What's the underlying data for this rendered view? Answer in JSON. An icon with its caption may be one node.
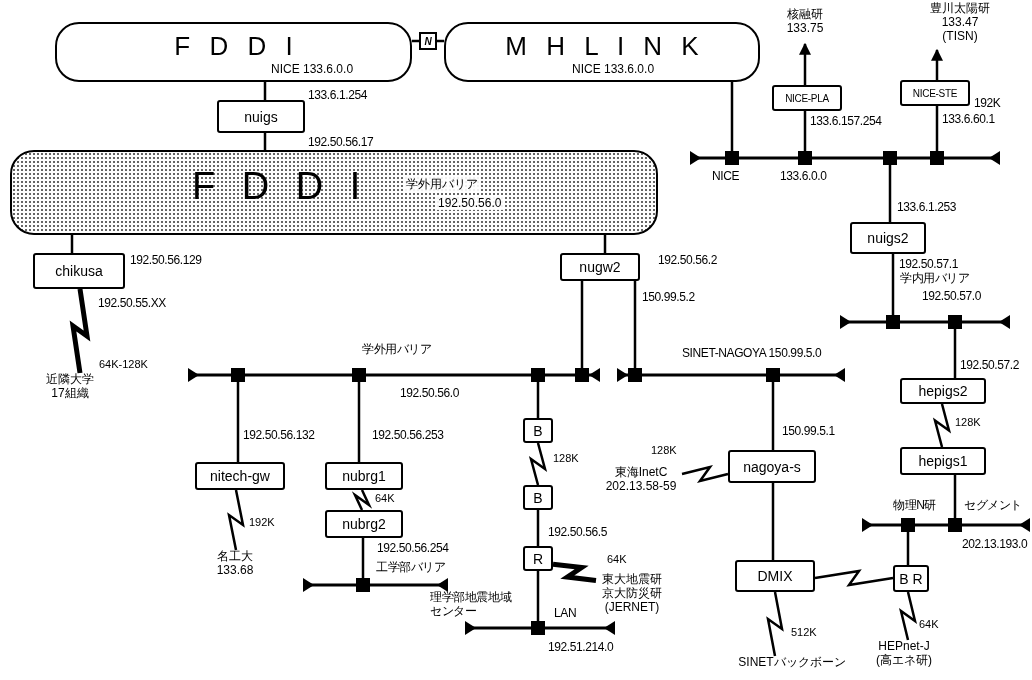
{
  "diagram": {
    "nodes": [
      {
        "text": [
          "F D D I",
          "NICE 133.6.0.0"
        ]
      },
      {
        "text": [
          "N"
        ]
      },
      {
        "text": [
          "M H L I N K",
          "NICE 133.6.0.0"
        ]
      },
      {
        "text": [
          "nuigs"
        ],
        "beside": [
          "133.6.1.254",
          "192.50.56.17"
        ]
      },
      {
        "text": [
          "F D D I",
          "学外用バリア",
          "192.50.56.0"
        ]
      },
      {
        "text": [
          "chikusa"
        ],
        "beside": [
          "192.50.56.129",
          "192.50.55.XX"
        ]
      },
      {
        "text": [
          "nugw2"
        ],
        "beside": [
          "192.50.56.2",
          "150.99.5.2"
        ]
      },
      {
        "text": [],
        "shape": "bar",
        "beside": [
          "NICE",
          "133.6.0.0"
        ]
      },
      {
        "text": [
          "NICE-PLA"
        ],
        "beside": [
          "133.6.157.254"
        ]
      },
      {
        "text": [
          "NICE-STE"
        ],
        "beside": [
          "192K",
          "133.6.60.1"
        ]
      },
      {
        "text": [
          "核融研",
          "133.75"
        ]
      },
      {
        "text": [
          "豊川太陽研",
          "133.47",
          "(TISN)"
        ]
      },
      {
        "text": [
          "nuigs2"
        ],
        "beside": [
          "133.6.1.253",
          "192.50.57.1"
        ]
      },
      {
        "text": [],
        "shape": "bar",
        "beside": [
          "学内用バリア",
          "192.50.57.0"
        ]
      },
      {
        "text": [
          "hepigs2"
        ],
        "beside": [
          "192.50.57.2"
        ]
      },
      {
        "text": [
          "hepigs1"
        ]
      },
      {
        "text": [
          "近隣大学17組織"
        ]
      },
      {
        "text": [],
        "shape": "bar",
        "beside": [
          "学外用バリア",
          "192.50.56.0"
        ]
      },
      {
        "text": [],
        "shape": "bar",
        "beside": [
          "SINET-NAGOYA 150.99.5.0"
        ]
      },
      {
        "text": [
          "nitech-gw"
        ],
        "beside": [
          "192.50.56.132"
        ]
      },
      {
        "text": [
          "nubrg1"
        ],
        "beside": [
          "192.50.56.253"
        ]
      },
      {
        "text": [
          "nubrg2"
        ],
        "beside": [
          "192.50.56.254"
        ]
      },
      {
        "text": [
          "名工大",
          "133.68"
        ]
      },
      {
        "text": [],
        "shape": "bar",
        "beside": [
          "工学部バリア"
        ]
      },
      {
        "text": [
          "B"
        ]
      },
      {
        "text": [
          "B"
        ],
        "beside": [
          "192.50.56.5"
        ]
      },
      {
        "text": [
          "R"
        ]
      },
      {
        "text": [
          "東大地震研",
          "京大防災研",
          "(JERNET)"
        ]
      },
      {
        "text": [],
        "shape": "bar",
        "beside": [
          "理学部地震地域センター",
          "LAN",
          "192.51.214.0"
        ]
      },
      {
        "text": [
          "nagoya-s"
        ],
        "beside": [
          "150.99.5.1"
        ]
      },
      {
        "text": [
          "東海InetC",
          "202.13.58-59"
        ]
      },
      {
        "text": [
          "DMIX"
        ]
      },
      {
        "text": [
          "SINETバックボーン"
        ]
      },
      {
        "text": [],
        "shape": "bar",
        "beside": [
          "物理N研",
          "セグメント",
          "202.13.193.0"
        ]
      },
      {
        "text": [
          "B R"
        ]
      },
      {
        "text": [
          "HEPnet-J",
          "(高エネ研)"
        ]
      }
    ],
    "edges": [
      {
        "from": 0,
        "to": 1,
        "arrow": "none"
      },
      {
        "from": 1,
        "to": 2,
        "arrow": "none"
      },
      {
        "from": 0,
        "to": 3,
        "arrow": "none"
      },
      {
        "from": 3,
        "to": 4,
        "arrow": "none"
      },
      {
        "from": 4,
        "to": 5,
        "arrow": "none"
      },
      {
        "from": 4,
        "to": 6,
        "arrow": "none"
      },
      {
        "from": 5,
        "to": 16,
        "arrow": "none",
        "style": "thick",
        "label": "64K-128K"
      },
      {
        "from": 2,
        "to": 7,
        "arrow": "none"
      },
      {
        "from": 7,
        "to": 8,
        "arrow": "none"
      },
      {
        "from": 8,
        "to": 10,
        "arrow": "to"
      },
      {
        "from": 7,
        "to": 9,
        "arrow": "none"
      },
      {
        "from": 9,
        "to": 11,
        "arrow": "to"
      },
      {
        "from": 7,
        "to": 12,
        "arrow": "none"
      },
      {
        "from": 12,
        "to": 13,
        "arrow": "none"
      },
      {
        "from": 13,
        "to": 14,
        "arrow": "none"
      },
      {
        "from": 14,
        "to": 15,
        "arrow": "none",
        "label": "128K"
      },
      {
        "from": 6,
        "to": 17,
        "arrow": "none"
      },
      {
        "from": 6,
        "to": 18,
        "arrow": "none"
      },
      {
        "from": 17,
        "to": 19,
        "arrow": "none"
      },
      {
        "from": 19,
        "to": 22,
        "arrow": "none",
        "label": "192K"
      },
      {
        "from": 17,
        "to": 20,
        "arrow": "none"
      },
      {
        "from": 20,
        "to": 21,
        "arrow": "none",
        "label": "64K"
      },
      {
        "from": 21,
        "to": 23,
        "arrow": "none"
      },
      {
        "from": 17,
        "to": 24,
        "arrow": "none"
      },
      {
        "from": 24,
        "to": 25,
        "arrow": "none",
        "label": "128K"
      },
      {
        "from": 25,
        "to": 26,
        "arrow": "none"
      },
      {
        "from": 26,
        "to": 28,
        "arrow": "none"
      },
      {
        "from": 26,
        "to": 27,
        "arrow": "none",
        "style": "thick",
        "label": "64K"
      },
      {
        "from": 18,
        "to": 29,
        "arrow": "none"
      },
      {
        "from": 29,
        "to": 30,
        "arrow": "none",
        "label": "128K"
      },
      {
        "from": 29,
        "to": 31,
        "arrow": "none"
      },
      {
        "from": 31,
        "to": 32,
        "arrow": "none",
        "label": "512K"
      },
      {
        "from": 31,
        "to": 34,
        "arrow": "none"
      },
      {
        "from": 34,
        "to": 33,
        "arrow": "none"
      },
      {
        "from": 34,
        "to": 35,
        "arrow": "none",
        "label": "64K"
      },
      {
        "from": 15,
        "to": 33,
        "arrow": "none"
      }
    ]
  }
}
